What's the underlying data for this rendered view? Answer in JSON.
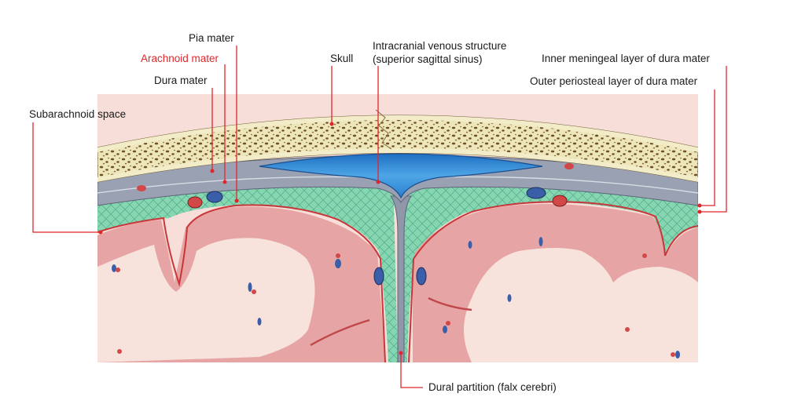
{
  "diagram": {
    "labels": {
      "pia_mater": "Pia mater",
      "arachnoid_mater": "Arachnoid mater",
      "dura_mater": "Dura mater",
      "skull": "Skull",
      "venous_line1": "Intracranial venous structure",
      "venous_line2": "(superior sagittal sinus)",
      "inner_meningeal": "Inner meningeal layer of dura mater",
      "outer_periosteal": "Outer periosteal layer of dura mater",
      "subarachnoid_space": "Subarachnoid space",
      "dural_partition": "Dural partition (falx cerebri)"
    },
    "colors": {
      "leader_line": "#e0262b",
      "highlight_label": "#e0262b",
      "skull_fill": "#efe7bf",
      "skull_pores": "#7a5a2e",
      "dura_gray": "#8d95a6",
      "subarachnoid_green": "#7fd0ac",
      "cortex_pink": "#e6a3a3",
      "white_matter": "#f6dcd6",
      "sinus_blue": "#3d8fd3",
      "vessel_red": "#d44a4a",
      "vessel_blue": "#3a5fa8"
    }
  }
}
